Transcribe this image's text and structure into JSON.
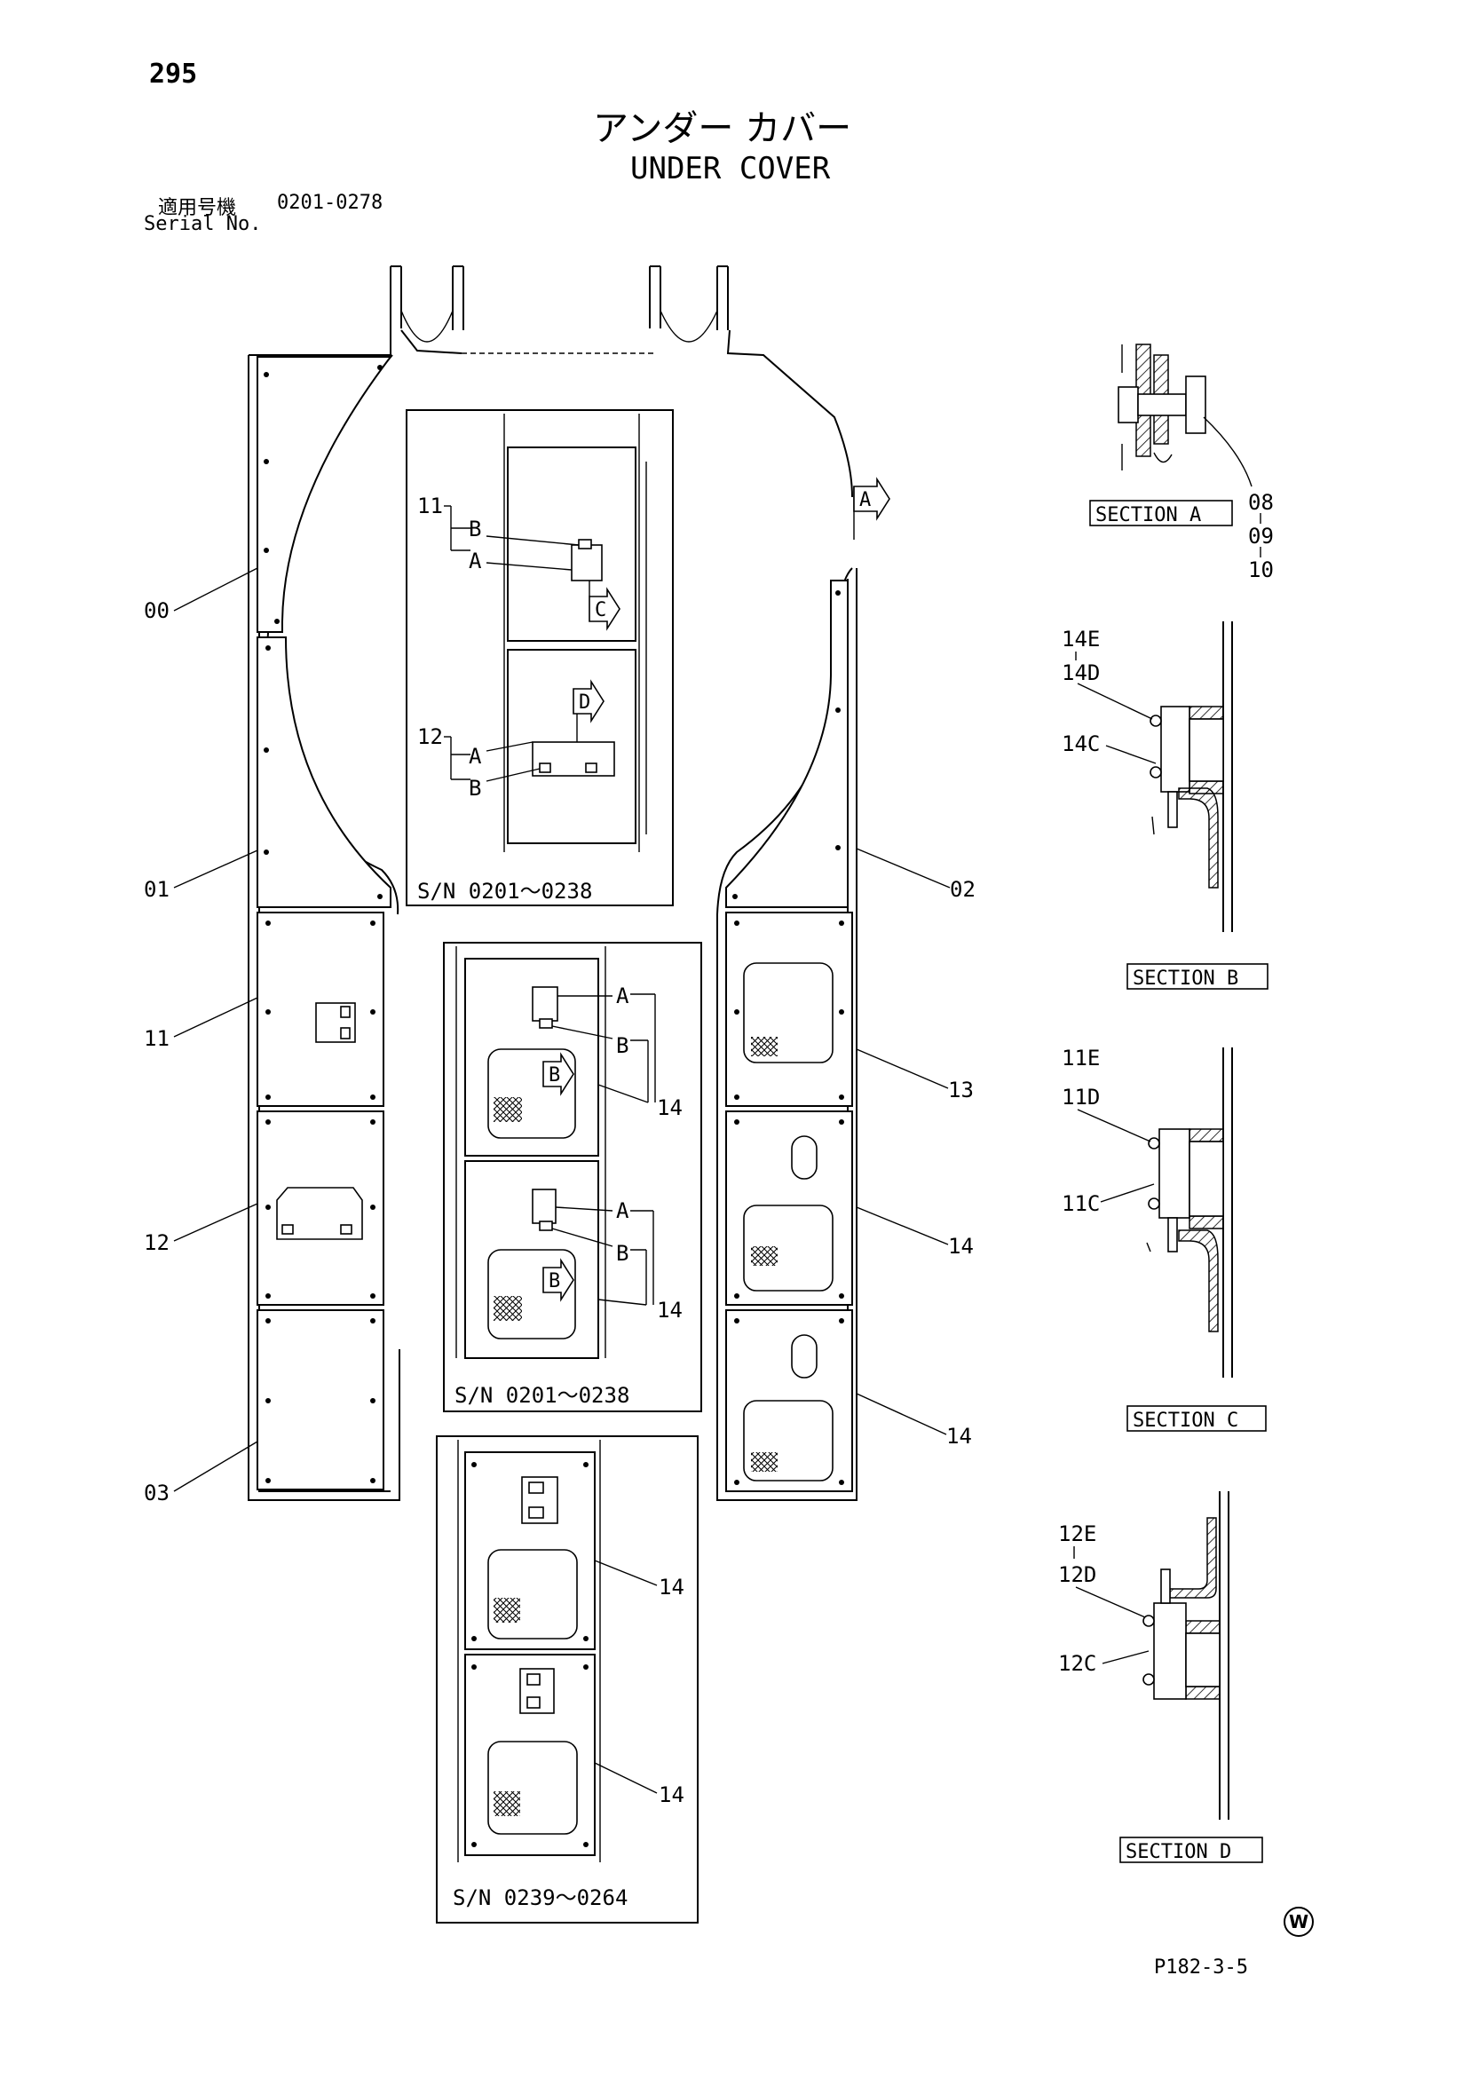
{
  "header": {
    "page_number": "295",
    "title_jp": "アンダー カバー",
    "title_en": "UNDER COVER",
    "serial_label_jp": "適用号機",
    "serial_range": "0201-0278",
    "serial_label_en": "Serial No."
  },
  "footer": {
    "ref_code": "P182-3-5",
    "mark": "W"
  },
  "callouts": {
    "c00": "00",
    "c01": "01",
    "c02": "02",
    "c03": "03",
    "c11": "11",
    "c12": "12",
    "c13": "13",
    "c14a": "14",
    "c14b": "14",
    "c14c": "14",
    "c14d": "14",
    "c14e": "14",
    "c14f": "14",
    "c08": "08",
    "c09": "09",
    "c10": "10",
    "c14E": "14E",
    "c14D": "14D",
    "c14C": "14C",
    "c11E": "11E",
    "c11D": "11D",
    "c11C": "11C",
    "c12E": "12E",
    "c12D": "12D",
    "c12C": "12C"
  },
  "inset1": {
    "label": "S/N  0201～0238",
    "c11": "11",
    "c12": "12",
    "A1": "A",
    "B1": "B",
    "A2": "A",
    "B2": "B",
    "C": "C",
    "D": "D"
  },
  "inset2": {
    "label": "S/N  0201～0238",
    "A1": "A",
    "B1": "B",
    "A2": "A",
    "B2": "B",
    "arrowB1": "B",
    "arrowB2": "B"
  },
  "inset3": {
    "label": "S/N  0239～0264"
  },
  "sections": {
    "a": "SECTION  A",
    "b": "SECTION  B",
    "c": "SECTION  C",
    "d": "SECTION  D",
    "arrow_a": "A"
  }
}
